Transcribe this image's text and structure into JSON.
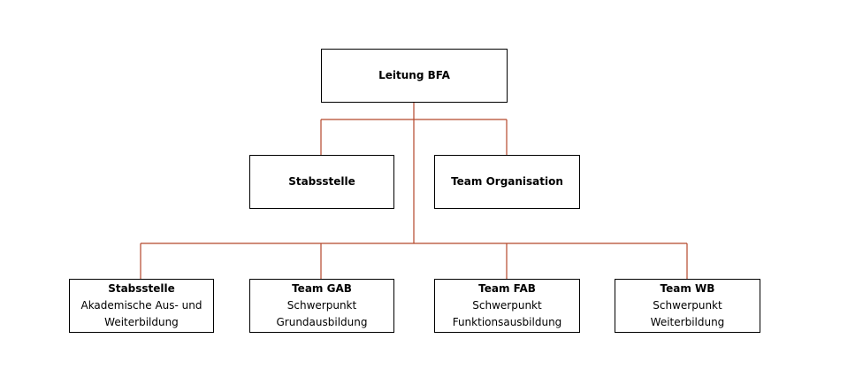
{
  "colors": {
    "connector": "#b5472b",
    "border": "#000000"
  },
  "nodes": {
    "leitung": {
      "title": "Leitung BFA"
    },
    "stabsstelle": {
      "title": "Stabsstelle"
    },
    "team_org": {
      "title": "Team Organisation"
    },
    "stab_akad": {
      "title": "Stabsstelle",
      "line1": "Akademische Aus- und",
      "line2": "Weiterbildung"
    },
    "team_gab": {
      "title": "Team GAB",
      "line1": "Schwerpunkt",
      "line2": "Grundausbildung"
    },
    "team_fab": {
      "title": "Team FAB",
      "line1": "Schwerpunkt",
      "line2": "Funktionsausbildung"
    },
    "team_wb": {
      "title": "Team WB",
      "line1": "Schwerpunkt",
      "line2": "Weiterbildung"
    }
  }
}
